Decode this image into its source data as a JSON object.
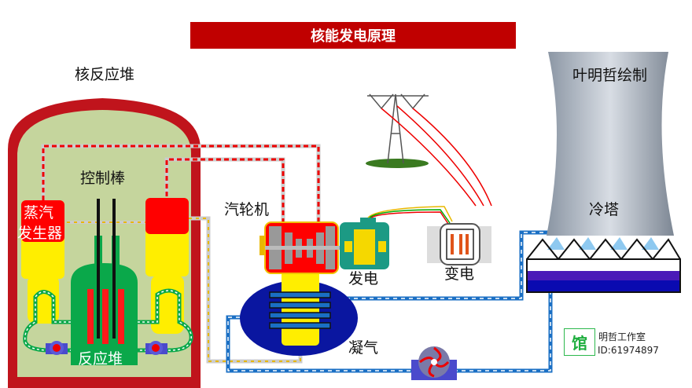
{
  "title": "核能发电原理",
  "labels": {
    "reactor_building": "核反应堆",
    "control_rods": "控制棒",
    "steam_gen_line1": "蒸汽",
    "steam_gen_line2": "发生器",
    "reactor": "反应堆",
    "turbine": "汽轮机",
    "generator": "发电",
    "transformer": "变电",
    "condenser": "凝气",
    "cooling_tower": "冷塔",
    "author": "叶明哲绘制"
  },
  "watermark": {
    "badge": "馆",
    "name": "明哲工作室",
    "id": "ID:61974897"
  },
  "colors": {
    "title_bg": "#c00000",
    "containment": "#c0141c",
    "inner": "#c5d59d",
    "steam": "#ff0000",
    "water": "#ffee00",
    "coolant": "#0aa84a",
    "cooling_water": "#1a6fc4",
    "condenser": "#0a16a0"
  }
}
